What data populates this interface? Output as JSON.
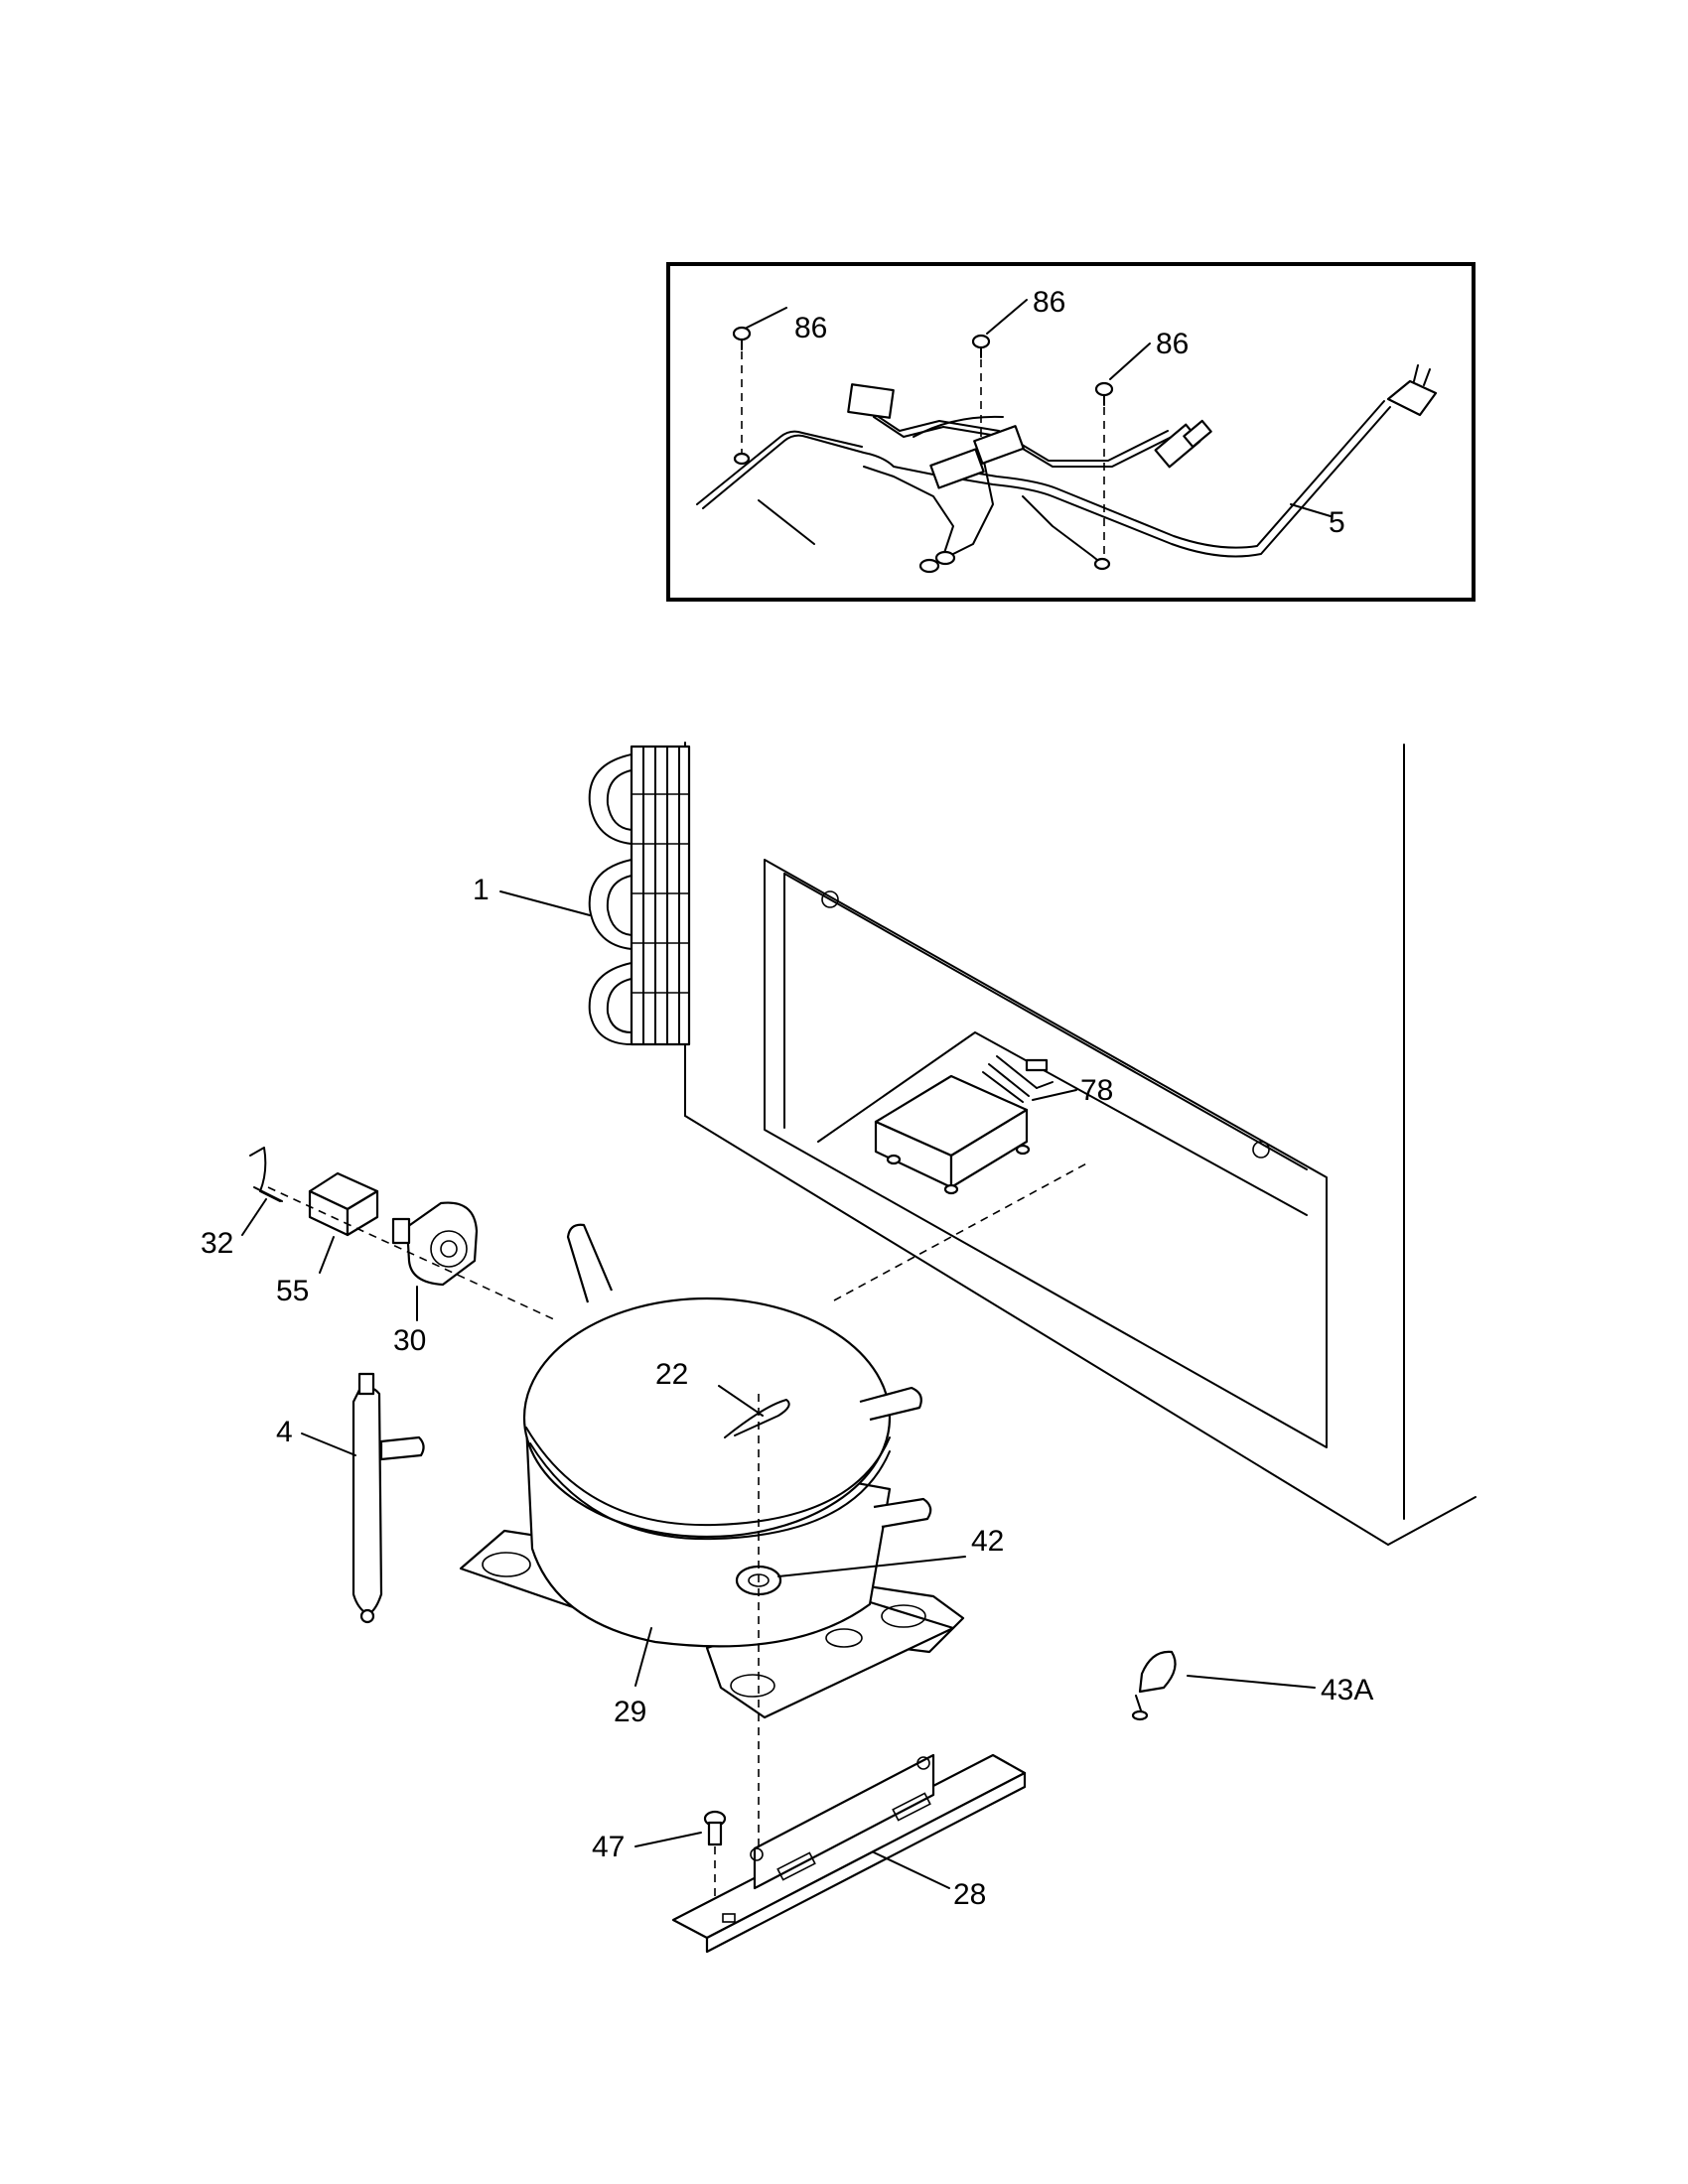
{
  "labels": {
    "l86a": "86",
    "l86b": "86",
    "l86c": "86",
    "l5": "5",
    "l1": "1",
    "l78": "78",
    "l32": "32",
    "l55": "55",
    "l30": "30",
    "l22": "22",
    "l4": "4",
    "l42": "42",
    "l29": "29",
    "l43a": "43A",
    "l47": "47",
    "l28": "28"
  }
}
